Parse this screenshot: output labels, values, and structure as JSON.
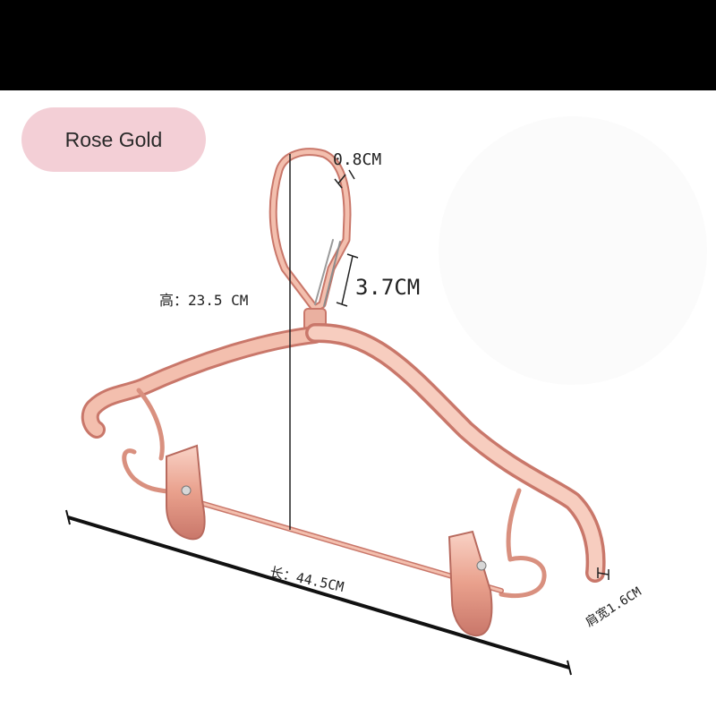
{
  "badge": {
    "label": "Rose Gold"
  },
  "dimensions": {
    "height": "高：23.5 CM",
    "wire": "0.8CM",
    "hook": "3.7CM",
    "length": "长：44.5CM",
    "shoulder": "肩宽1.6CM"
  },
  "colors": {
    "band": "#000000",
    "badge": "#f3cfd6",
    "hanger_light": "#f7c6b8",
    "hanger_mid": "#e9a08c",
    "hanger_dark": "#c9776a"
  }
}
